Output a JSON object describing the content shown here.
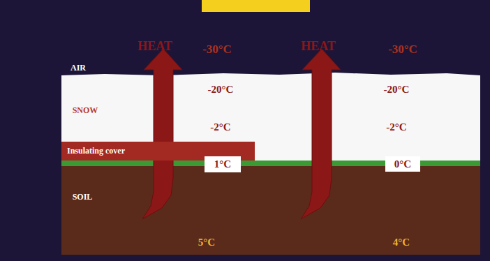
{
  "diagram": {
    "nodes": [
      {
        "text": [
          "Insulating cover"
        ]
      },
      {
        "text": [
          "1°C"
        ]
      },
      {
        "text": [
          "0°C"
        ]
      }
    ],
    "labels": [
      "HEAT",
      "-30°C",
      "HEAT",
      "-30°C",
      "AIR",
      "-20°C",
      "-20°C",
      "SNOW",
      "-2°C",
      "-2°C",
      "SOIL",
      "5°C",
      "4°C"
    ]
  }
}
